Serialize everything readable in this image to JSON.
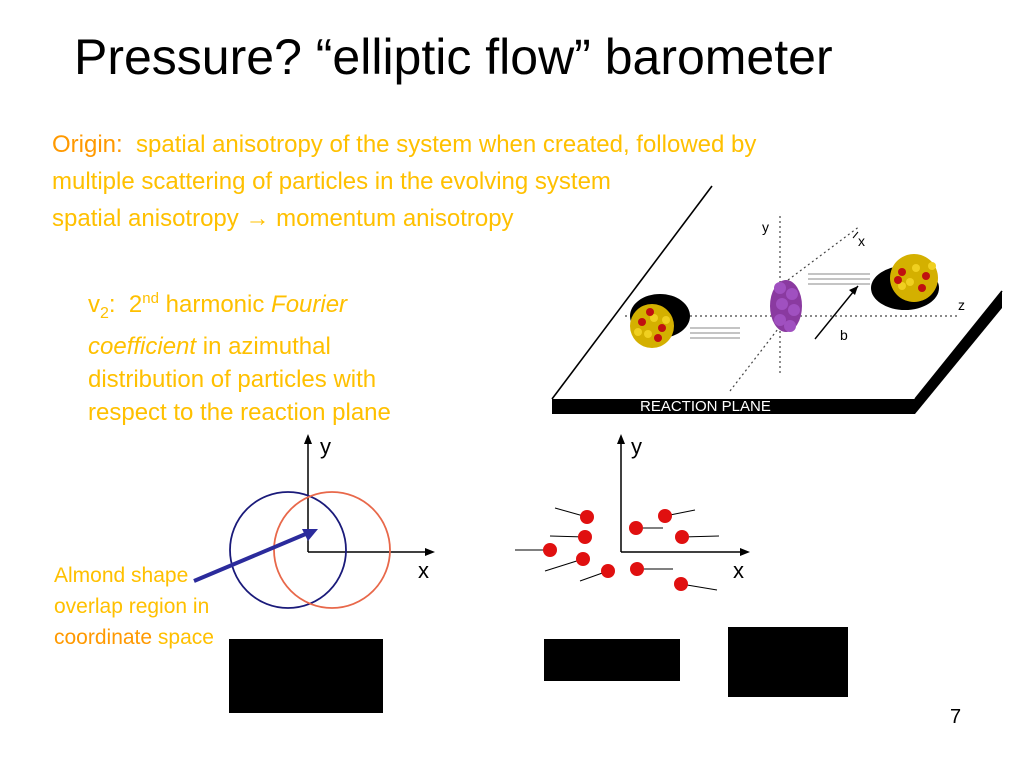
{
  "title": "Pressure? “elliptic flow” barometer",
  "origin": {
    "label": "Origin:",
    "line1": "spatial anisotropy of the system when created, followed by",
    "line2": "multiple scattering of particles in the evolving system",
    "line3": "spatial anisotropy → momentum anisotropy"
  },
  "v2": {
    "symbol": "v",
    "subscript": "2",
    "colon": ":",
    "ordinal": "2",
    "ordinal_sup": "nd",
    "harmonic": "harmonic",
    "fourier_italic": "Fourier coefficient",
    "rest": "in azimuthal distribution of particles with respect to the reaction plane"
  },
  "reaction_plane": {
    "label": "REACTION PLANE",
    "axis_y": "y",
    "axis_x": "x",
    "axis_z": "z",
    "axis_b": "b"
  },
  "coord_plot": {
    "axis_y": "y",
    "axis_x": "x"
  },
  "momentum_plot": {
    "axis_y": "y",
    "axis_x": "x"
  },
  "almond": {
    "part1": "Almond shape overlap region in",
    "coordinate": "coordinate",
    "space": "space"
  },
  "page_number": "7",
  "colors": {
    "accent_yellow": "#ffc000",
    "accent_orange": "#ff9900",
    "circle_left": "#1a1a7a",
    "circle_right": "#e8684a",
    "arrow": "#2b2b9c",
    "particle": "#e01010"
  }
}
